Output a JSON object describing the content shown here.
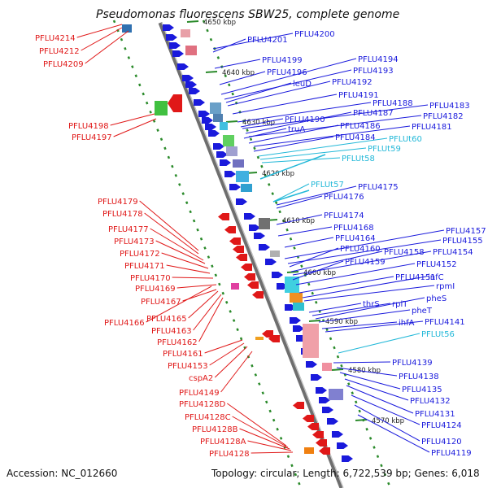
{
  "title": "Pseudomonas fluorescens SBW25, complete genome",
  "accession": "Accession: NC_012660",
  "topology": "Topology: circular; Length: 6,722,539 bp; Genes: 6,018",
  "colors": {
    "backbone": "#8a8a8a",
    "dots": "#2a8a2a",
    "left_genes": "#e01818",
    "right_genes": "#1a1adc",
    "trna": "#22b8d8"
  },
  "kbp_ticks": [
    "4650 kbp",
    "4640 kbp",
    "4630 kbp",
    "4620 kbp",
    "4610 kbp",
    "4600 kbp",
    "4590 kbp",
    "4580 kbp",
    "4570 kbp"
  ],
  "left_labels": [
    "PFLU4214",
    "PFLU4212",
    "PFLU4209",
    "PFLU4198",
    "PFLU4197",
    "PFLU4179",
    "PFLU4178",
    "PFLU4177",
    "PFLU4173",
    "PFLU4172",
    "PFLU4171",
    "PFLU4170",
    "PFLU4169",
    "PFLU4167",
    "PFLU4166",
    "PFLU4165",
    "PFLU4163",
    "PFLU4162",
    "PFLU4161",
    "PFLU4153",
    "cspA2",
    "PFLU4149",
    "PFLU4128D",
    "PFLU4128C",
    "PFLU4128B",
    "PFLU4128A",
    "PFLU4128"
  ],
  "right_labels": [
    "PFLU4201",
    "PFLU4200",
    "PFLU4199",
    "PFLU4196",
    "PFLU4194",
    "PFLU4193",
    "leuD",
    "PFLU4192",
    "PFLU4191",
    "PFLU4188",
    "PFLU4183",
    "PFLU4190",
    "PFLU4187",
    "PFLU4182",
    "truA",
    "PFLU4186",
    "PFLU4181",
    "PFLU4184",
    "PFLUt60",
    "PFLUt59",
    "PFLUt58",
    "PFLUt57",
    "PFLU4175",
    "PFLU4176",
    "PFLU4174",
    "PFLU4168",
    "PFLU4164",
    "PFLU4157",
    "PFLU4155",
    "PFLU4160",
    "PFLU4158",
    "PFLU4154",
    "PFLU4159",
    "PFLU4152",
    "PFLU4151",
    "infC",
    "rpmI",
    "thrS",
    "rplT",
    "pheS",
    "pheT",
    "ihfA",
    "PFLU4141",
    "PFLUt56",
    "PFLU4139",
    "PFLU4138",
    "PFLU4135",
    "PFLU4132",
    "PFLU4131",
    "PFLU4124",
    "PFLU4120",
    "PFLU4119"
  ]
}
